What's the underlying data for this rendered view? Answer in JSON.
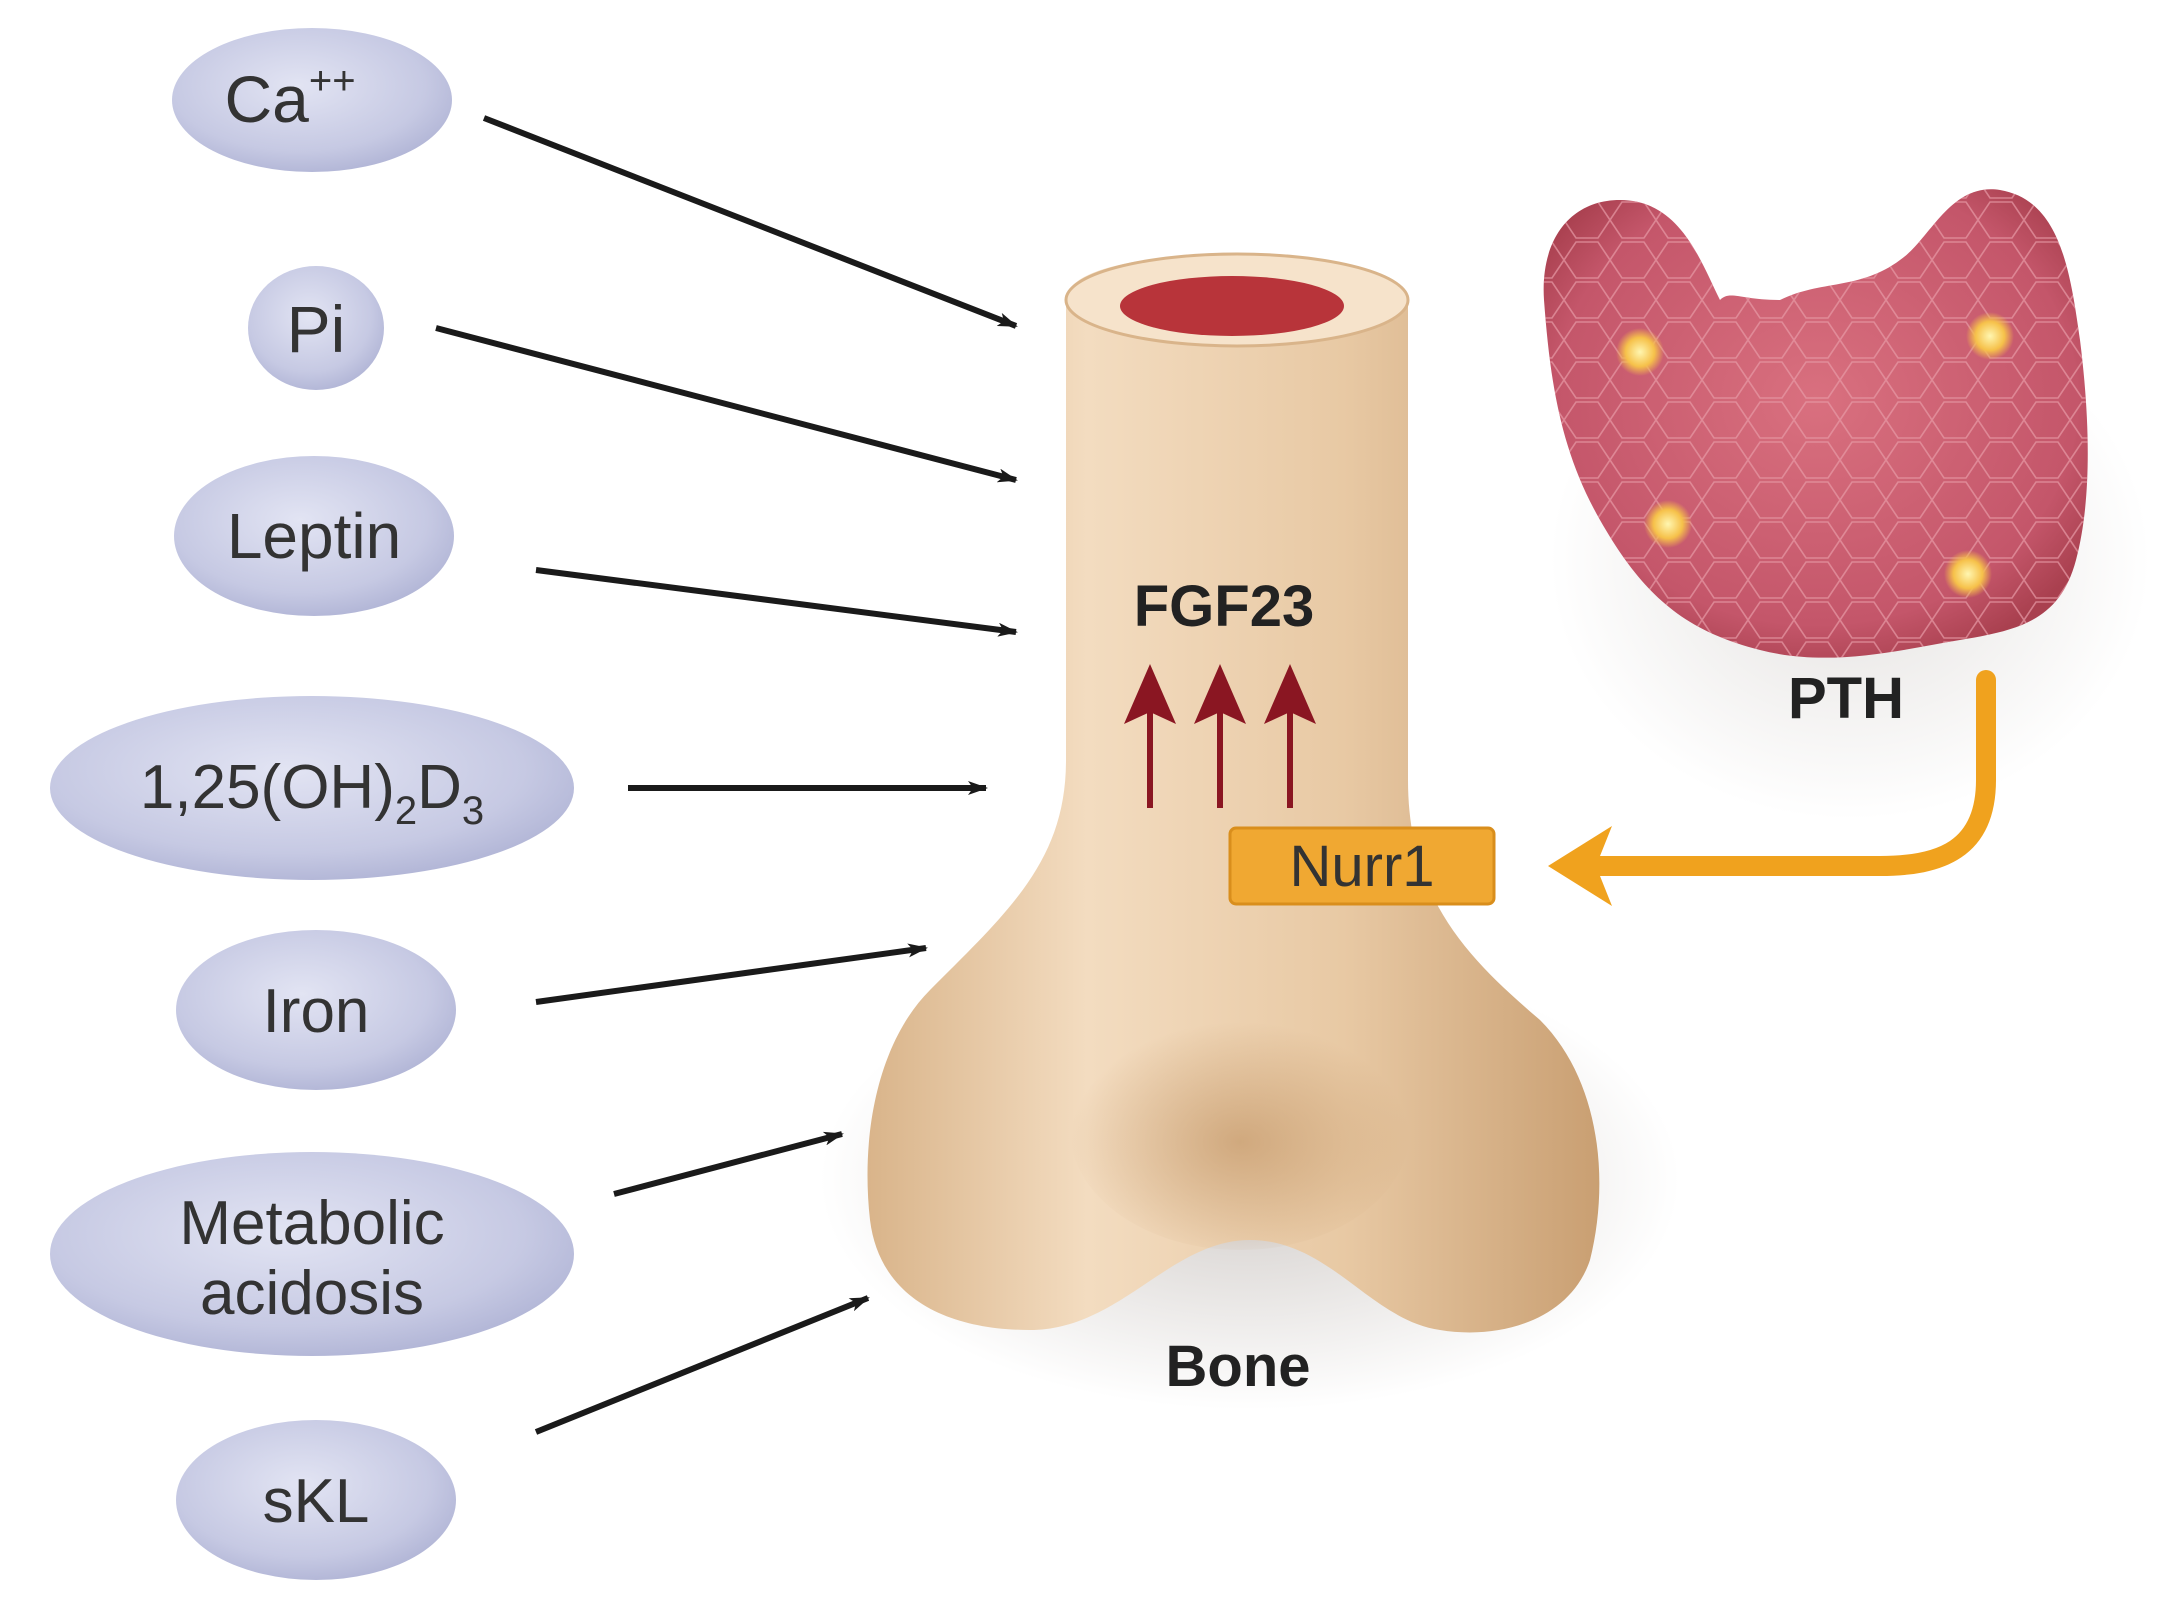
{
  "factors": [
    {
      "id": "ca",
      "text": "Ca",
      "sup": "++"
    },
    {
      "id": "pi",
      "text": "Pi"
    },
    {
      "id": "leptin",
      "text": "Leptin"
    },
    {
      "id": "vitd",
      "text_a": "1,25(OH)",
      "sub_a": "2",
      "text_b": "D",
      "sub_b": "3"
    },
    {
      "id": "iron",
      "text": "Iron"
    },
    {
      "id": "acidosis",
      "line1": "Metabolic",
      "line2": "acidosis"
    },
    {
      "id": "skl",
      "text": "sKL"
    }
  ],
  "labels": {
    "fgf23": "FGF23",
    "pth": "PTH",
    "nurr1": "Nurr1",
    "bone": "Bone"
  },
  "colors": {
    "ellipse": "#c6c9e3",
    "bone": "#e6c7a2",
    "marrow": "#b8343a",
    "up_arrow": "#8a1622",
    "pth_arrow": "#f0a21e",
    "nurr1_box": "#f0a832",
    "gland": "#c9566a"
  }
}
